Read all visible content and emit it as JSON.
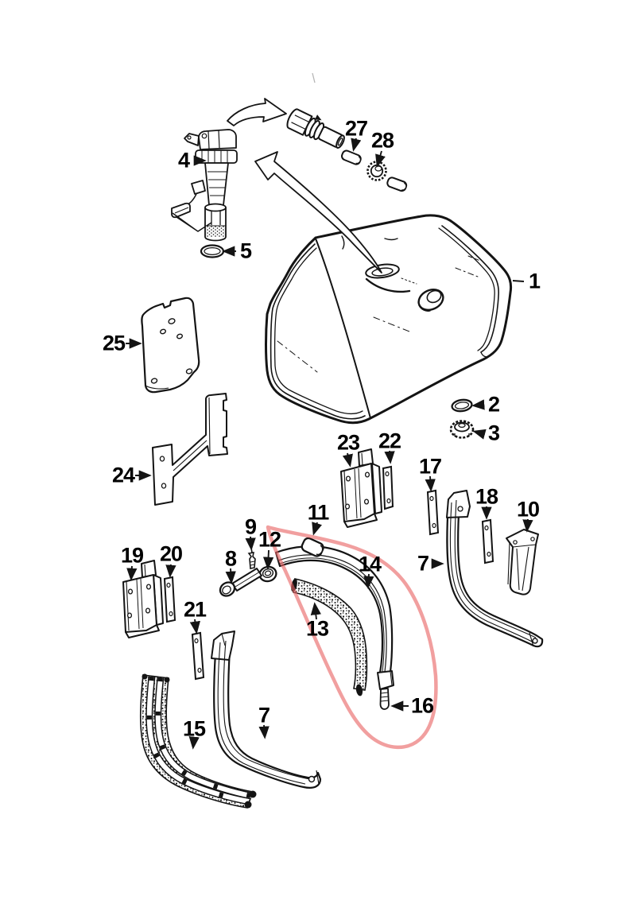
{
  "figure": {
    "kind": "exploded parts diagram",
    "subject": "fuel tank assembly with mounting straps and brackets",
    "background_color": "#ffffff",
    "line_color": "#141414",
    "highlight_color": "#e86464",
    "highlight_shape": "freehand loop encircling parts 13, 14 and 16"
  },
  "labels": {
    "p1": "1",
    "p2": "2",
    "p3": "3",
    "p4": "4",
    "p5": "5",
    "p7_right": "7",
    "p7_bottom": "7",
    "p8": "8",
    "p9": "9",
    "p10": "10",
    "p11": "11",
    "p12": "12",
    "p13": "13",
    "p14": "14",
    "p15": "15",
    "p16": "16",
    "p17": "17",
    "p18": "18",
    "p19": "19",
    "p20": "20",
    "p21": "21",
    "p22": "22",
    "p23": "23",
    "p24": "24",
    "p25": "25",
    "p27": "27",
    "p28": "28"
  }
}
